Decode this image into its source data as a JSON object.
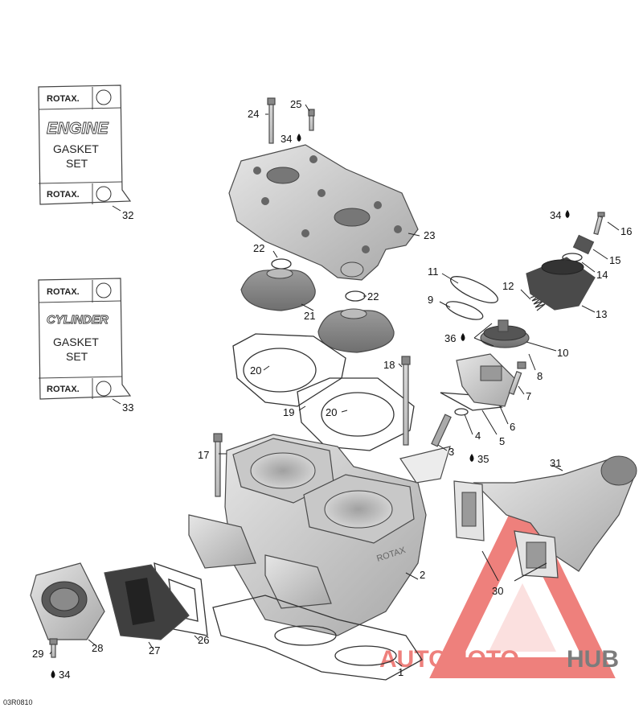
{
  "diagram_ref": "03R0810",
  "watermark": {
    "brand_a": "AUTOMOTO",
    "brand_b": "HUB",
    "color_primary": "#ec6b66",
    "color_secondary": "#666666"
  },
  "cards": [
    {
      "id": "engine",
      "brand_top": "ROTAX.",
      "title": "ENGINE",
      "line1": "GASKET",
      "line2": "SET",
      "brand_bottom": "ROTAX.",
      "callout": "32"
    },
    {
      "id": "cylinder",
      "brand_top": "ROTAX.",
      "title": "CYLINDER",
      "line1": "GASKET",
      "line2": "SET",
      "brand_bottom": "ROTAX.",
      "callout": "33"
    }
  ],
  "engraving": "ROTAX",
  "callouts": {
    "c1": "1",
    "c2": "2",
    "c3": "3",
    "c4": "4",
    "c5": "5",
    "c6": "6",
    "c7": "7",
    "c8": "8",
    "c9": "9",
    "c10": "10",
    "c11": "11",
    "c12": "12",
    "c13": "13",
    "c14": "14",
    "c15": "15",
    "c16": "16",
    "c17": "17",
    "c18": "18",
    "c19": "19",
    "c20a": "20",
    "c20b": "20",
    "c21": "21",
    "c22a": "22",
    "c22b": "22",
    "c23": "23",
    "c24": "24",
    "c25": "25",
    "c26": "26",
    "c27": "27",
    "c28": "28",
    "c29": "29",
    "c30": "30",
    "c31": "31",
    "c34a": "34",
    "c34b": "34",
    "c34c": "34",
    "c35": "35",
    "c36": "36"
  }
}
